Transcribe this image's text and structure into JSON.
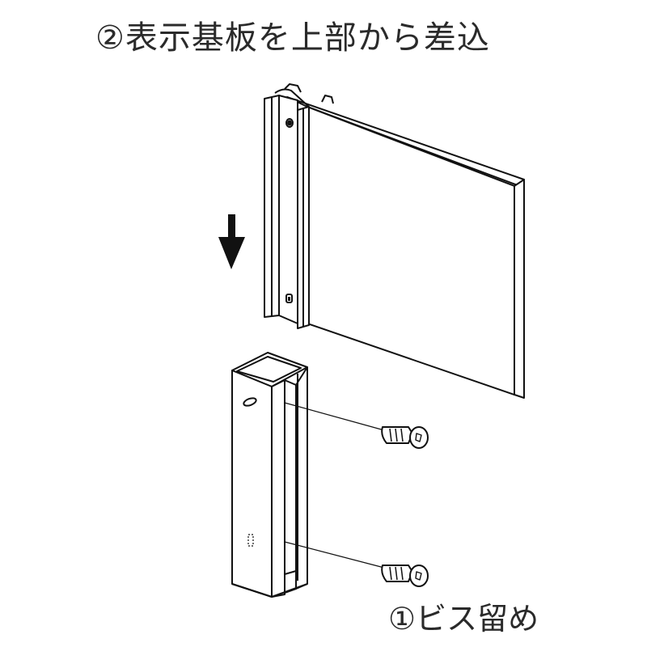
{
  "diagram": {
    "step2_label": "②表示基板を上部から差込",
    "step1_label": "①ビス留め",
    "parts": {
      "sign_board": "display board with mounting rail",
      "post": "square hollow post with slot",
      "screws": [
        "upper screw",
        "lower screw"
      ],
      "arrow": "insert downward"
    },
    "colors": {
      "line": "#111111",
      "background": "#ffffff"
    }
  }
}
